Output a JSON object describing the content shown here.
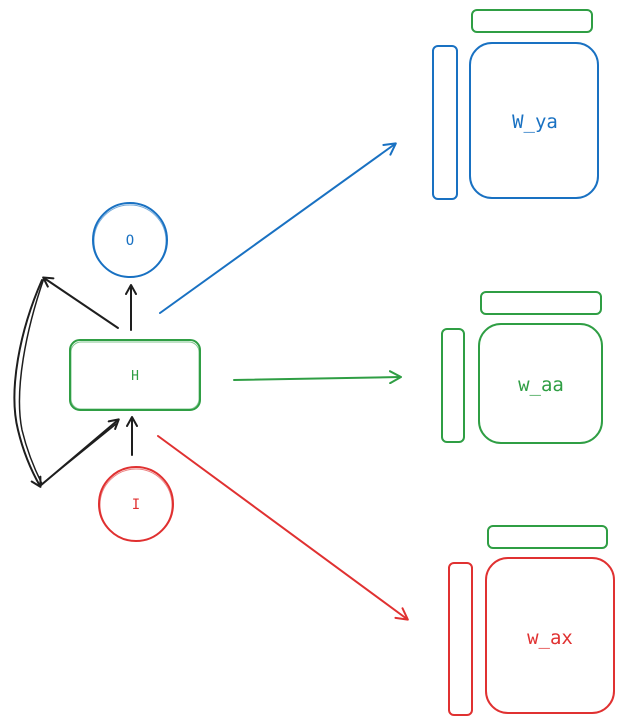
{
  "colors": {
    "blue": "#1971c2",
    "green": "#2f9e44",
    "red": "#e03131",
    "black": "#1e1e1e"
  },
  "nodes": {
    "output": {
      "label": "O"
    },
    "hidden": {
      "label": "H"
    },
    "input": {
      "label": "I"
    }
  },
  "matrices": {
    "w_ya": {
      "label": "W_ya"
    },
    "w_aa": {
      "label": "w_aa"
    },
    "w_ax": {
      "label": "w_ax"
    }
  }
}
